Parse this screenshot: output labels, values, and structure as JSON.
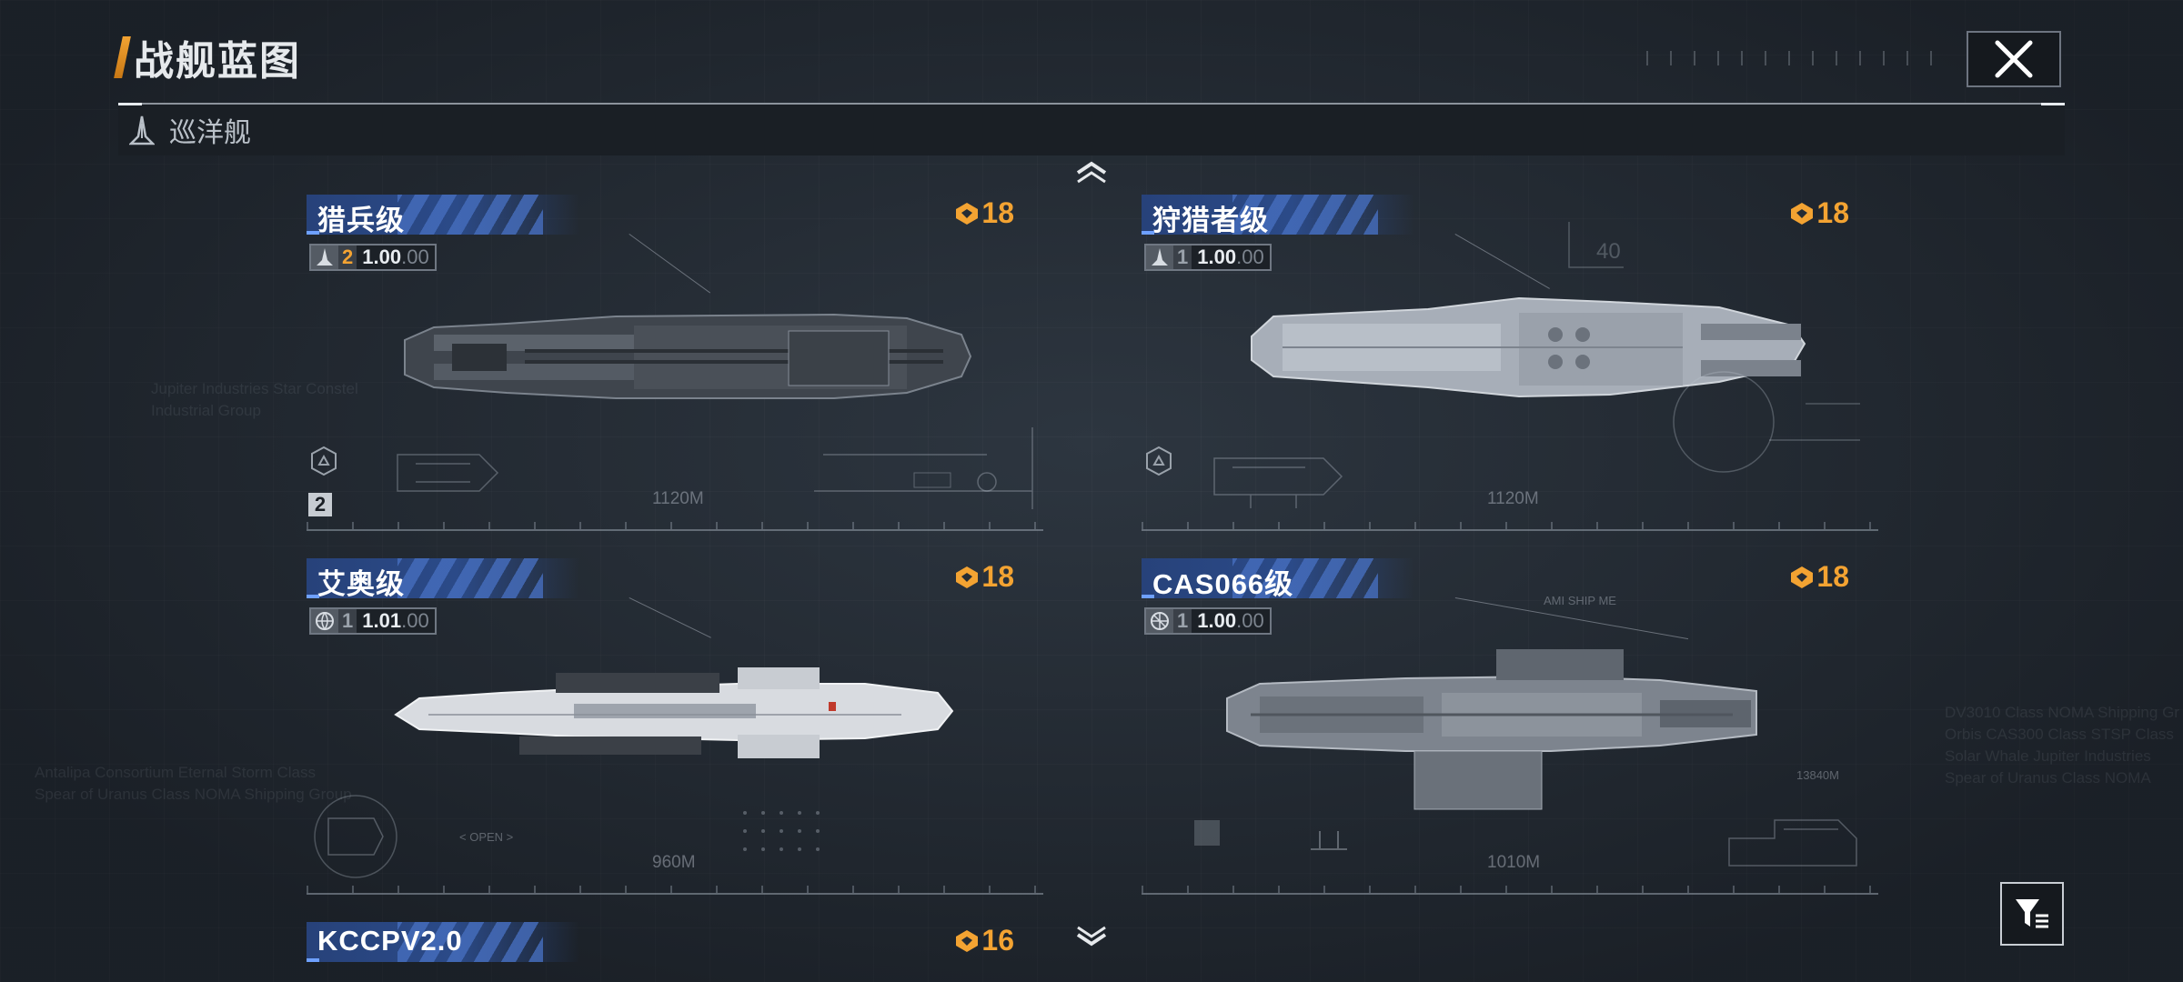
{
  "header": {
    "title": "战舰蓝图"
  },
  "category": {
    "label": "巡洋舰",
    "icon": "cruiser-icon"
  },
  "background_text": {
    "left": [
      "Antalipa Consortium Eternal Storm Class",
      "Spear of Uranus Class NOMA Shipping Group"
    ],
    "right": [
      "DV3010 Class NOMA Shipping Gr",
      "Orbis CAS300 Class STSP Class",
      "Solar Whale Jupiter Industries",
      "Spear of Uranus Class NOMA"
    ],
    "mid_left": [
      "Jupiter Industries Star Constel",
      "Industrial Group"
    ]
  },
  "cards": [
    {
      "name": "猎兵级",
      "cost": "18",
      "level": "2",
      "level_gold": true,
      "value": "1.00",
      "decimals": "00",
      "type_icon": "fighter-icon",
      "length": "1120M",
      "tier": "2",
      "style": "dark"
    },
    {
      "name": "狩猎者级",
      "cost": "18",
      "level": "1",
      "level_gold": false,
      "value": "1.00",
      "decimals": "00",
      "type_icon": "fighter-icon",
      "length": "1120M",
      "tier": "",
      "style": "light"
    },
    {
      "name": "艾奥级",
      "cost": "18",
      "level": "1",
      "level_gold": false,
      "value": "1.01",
      "decimals": "00",
      "type_icon": "globe-icon",
      "length": "960M",
      "tier": "",
      "style": "white",
      "deco": "OPEN"
    },
    {
      "name": "CAS066级",
      "cost": "18",
      "level": "1",
      "level_gold": false,
      "value": "1.00",
      "decimals": "00",
      "type_icon": "grid-icon",
      "length": "1010M",
      "tier": "",
      "style": "grey",
      "deco": "AMI SHIP ME",
      "deco2": "13840M"
    },
    {
      "name": "KCCPV2.0",
      "cost": "16"
    }
  ],
  "colors": {
    "accent": "#f3a332",
    "plate": "#2b4a88",
    "background": "#252c34"
  }
}
